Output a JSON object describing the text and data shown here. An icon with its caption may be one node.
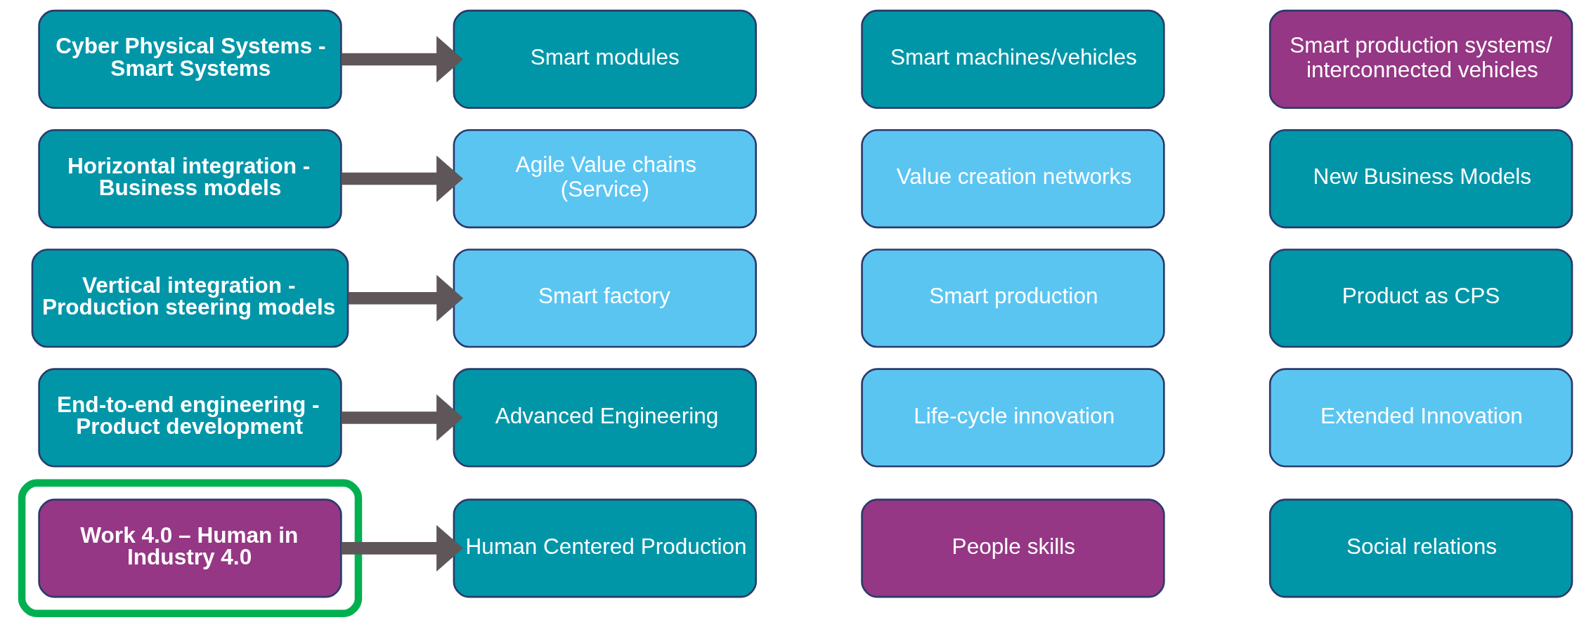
{
  "diagram": {
    "nodes": [
      {
        "text": [
          "Cyber Physical Systems - Smart Systems"
        ]
      },
      {
        "text": [
          "Smart modules"
        ]
      },
      {
        "text": [
          "Smart machines/vehicles"
        ]
      },
      {
        "text": [
          "Smart production systems/ interconnected vehicles"
        ]
      },
      {
        "text": [
          "Horizontal integration - Business models"
        ]
      },
      {
        "text": [
          "Agile Value chains (Service)"
        ]
      },
      {
        "text": [
          "Value creation networks"
        ]
      },
      {
        "text": [
          "New Business Models"
        ]
      },
      {
        "text": [
          "Vertical integration - Production steering models"
        ]
      },
      {
        "text": [
          "Smart factory"
        ]
      },
      {
        "text": [
          "Smart production"
        ]
      },
      {
        "text": [
          "Product as CPS"
        ]
      },
      {
        "text": [
          "End-to-end engineering - Product development"
        ]
      },
      {
        "text": [
          "Advanced Engineering"
        ]
      },
      {
        "text": [
          "Life-cycle innovation"
        ]
      },
      {
        "text": [
          "Extended Innovation"
        ]
      },
      {
        "text": [],
        "shape": "ellipse"
      },
      {
        "text": [
          "Work 4.0 – Human in Industry 4.0"
        ],
        "in": 16
      },
      {
        "text": [
          "Human Centered Production"
        ]
      },
      {
        "text": [
          "People skills"
        ]
      },
      {
        "text": [
          "Social relations"
        ]
      }
    ],
    "edges": [
      {
        "from": 0,
        "to": 1,
        "arrow": "to"
      },
      {
        "from": 4,
        "to": 5,
        "arrow": "to"
      },
      {
        "from": 8,
        "to": 9,
        "arrow": "to"
      },
      {
        "from": 12,
        "to": 13,
        "arrow": "to"
      },
      {
        "from": 17,
        "to": 18,
        "arrow": "to"
      }
    ]
  }
}
